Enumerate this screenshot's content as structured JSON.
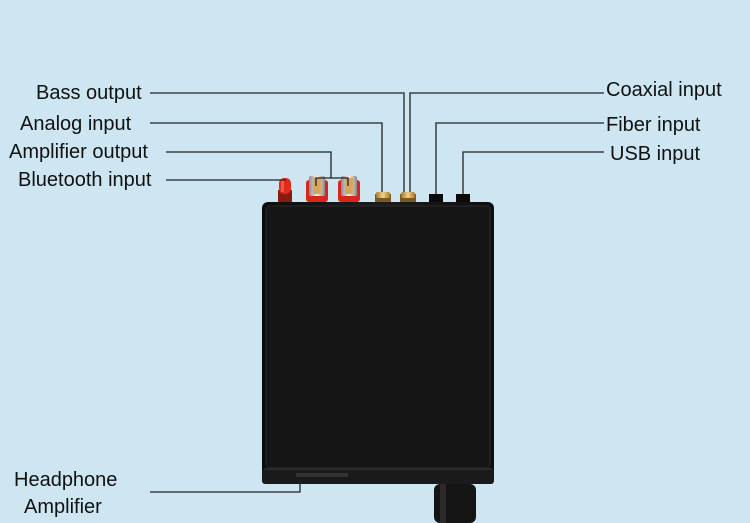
{
  "labels": {
    "bass_output": "Bass output",
    "analog_input": "Analog input",
    "amplifier_output": "Amplifier output",
    "bluetooth_input": "Bluetooth input",
    "coaxial_input": "Coaxial input",
    "fiber_input": "Fiber input",
    "usb_input": "USB input",
    "headphone_line1": "Headphone",
    "headphone_line2": "Amplifier"
  },
  "colors": {
    "background": "#cde6f1",
    "device_body": "#141414",
    "leader_line": "#222222",
    "bluetooth_antenna": "#e02a1a",
    "rca_red": "#d9261c",
    "gold_connector": "#d4a95a"
  }
}
